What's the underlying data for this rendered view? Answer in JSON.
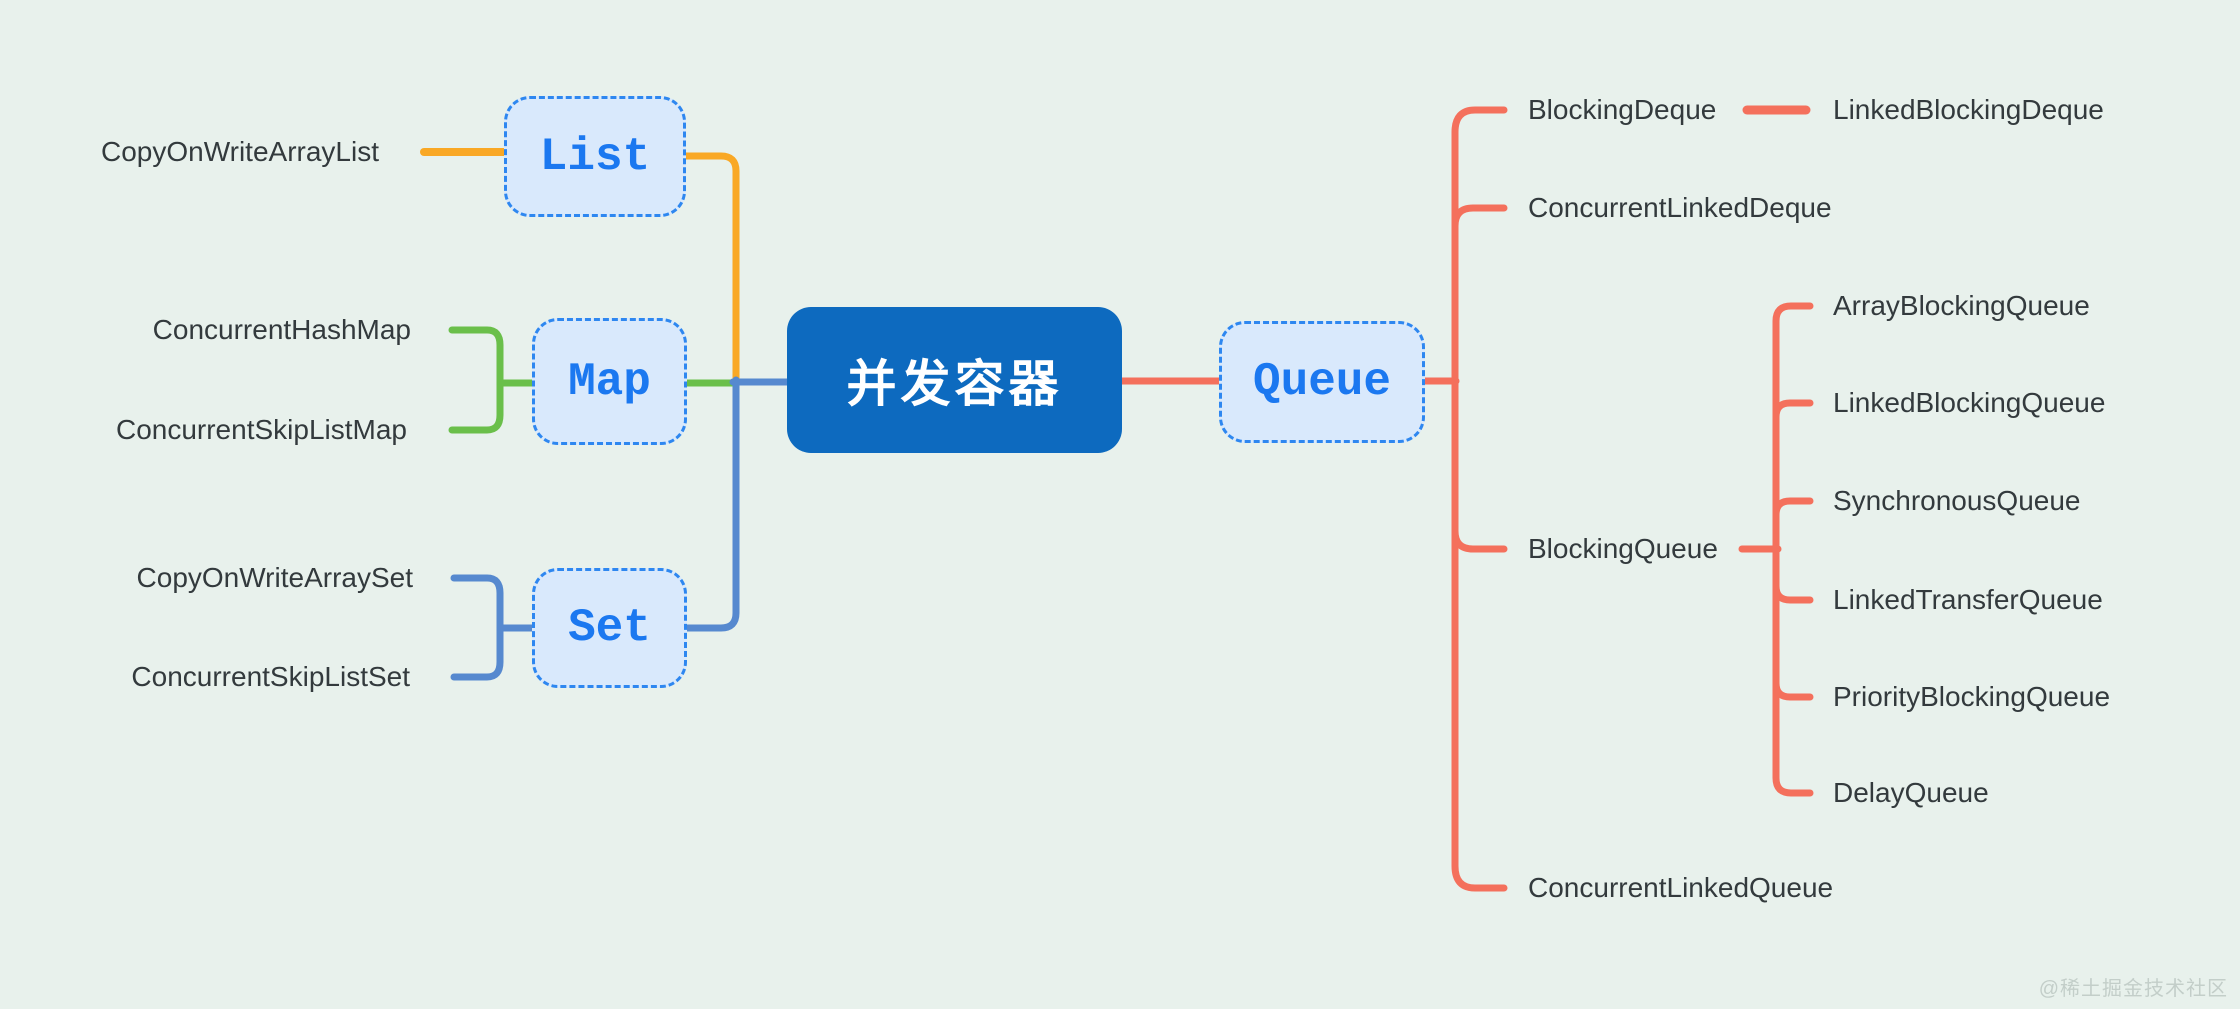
{
  "diagram": {
    "root": {
      "label": "并发容器"
    },
    "branches": {
      "list": {
        "label": "List",
        "color": "#f9a825",
        "children": {
          "copyOnWriteArrayList": {
            "label": "CopyOnWriteArrayList"
          }
        }
      },
      "map": {
        "label": "Map",
        "color": "#6abf4a",
        "children": {
          "concurrentHashMap": {
            "label": "ConcurrentHashMap"
          },
          "concurrentSkipListMap": {
            "label": "ConcurrentSkipListMap"
          }
        }
      },
      "set": {
        "label": "Set",
        "color": "#5689cf",
        "children": {
          "copyOnWriteArraySet": {
            "label": "CopyOnWriteArraySet"
          },
          "concurrentSkipListSet": {
            "label": "ConcurrentSkipListSet"
          }
        }
      },
      "queue": {
        "label": "Queue",
        "color": "#f4705c",
        "children": {
          "blockingDeque": {
            "label": "BlockingDeque",
            "children": {
              "linkedBlockingDeque": {
                "label": "LinkedBlockingDeque"
              }
            }
          },
          "concurrentLinkedDeque": {
            "label": "ConcurrentLinkedDeque"
          },
          "blockingQueue": {
            "label": "BlockingQueue",
            "children": {
              "arrayBlockingQueue": {
                "label": "ArrayBlockingQueue"
              },
              "linkedBlockingQueue": {
                "label": "LinkedBlockingQueue"
              },
              "synchronousQueue": {
                "label": "SynchronousQueue"
              },
              "linkedTransferQueue": {
                "label": "LinkedTransferQueue"
              },
              "priorityBlockingQueue": {
                "label": "PriorityBlockingQueue"
              },
              "delayQueue": {
                "label": "DelayQueue"
              }
            }
          },
          "concurrentLinkedQueue": {
            "label": "ConcurrentLinkedQueue"
          }
        }
      }
    },
    "colors": {
      "background": "#e8f1ec",
      "branch_list": "#f9a825",
      "branch_map": "#6abf4a",
      "branch_set": "#5689cf",
      "branch_queue": "#f4705c",
      "node_fill": "#d9e9fc",
      "node_border": "#2e87f0",
      "node_text": "#1b78f0",
      "root_fill": "#0d6abf",
      "root_text": "#ffffff",
      "label_text": "#333a3d",
      "watermark_text": "#c3cec9"
    },
    "watermark": {
      "label": "@稀土掘金技术社区"
    }
  }
}
